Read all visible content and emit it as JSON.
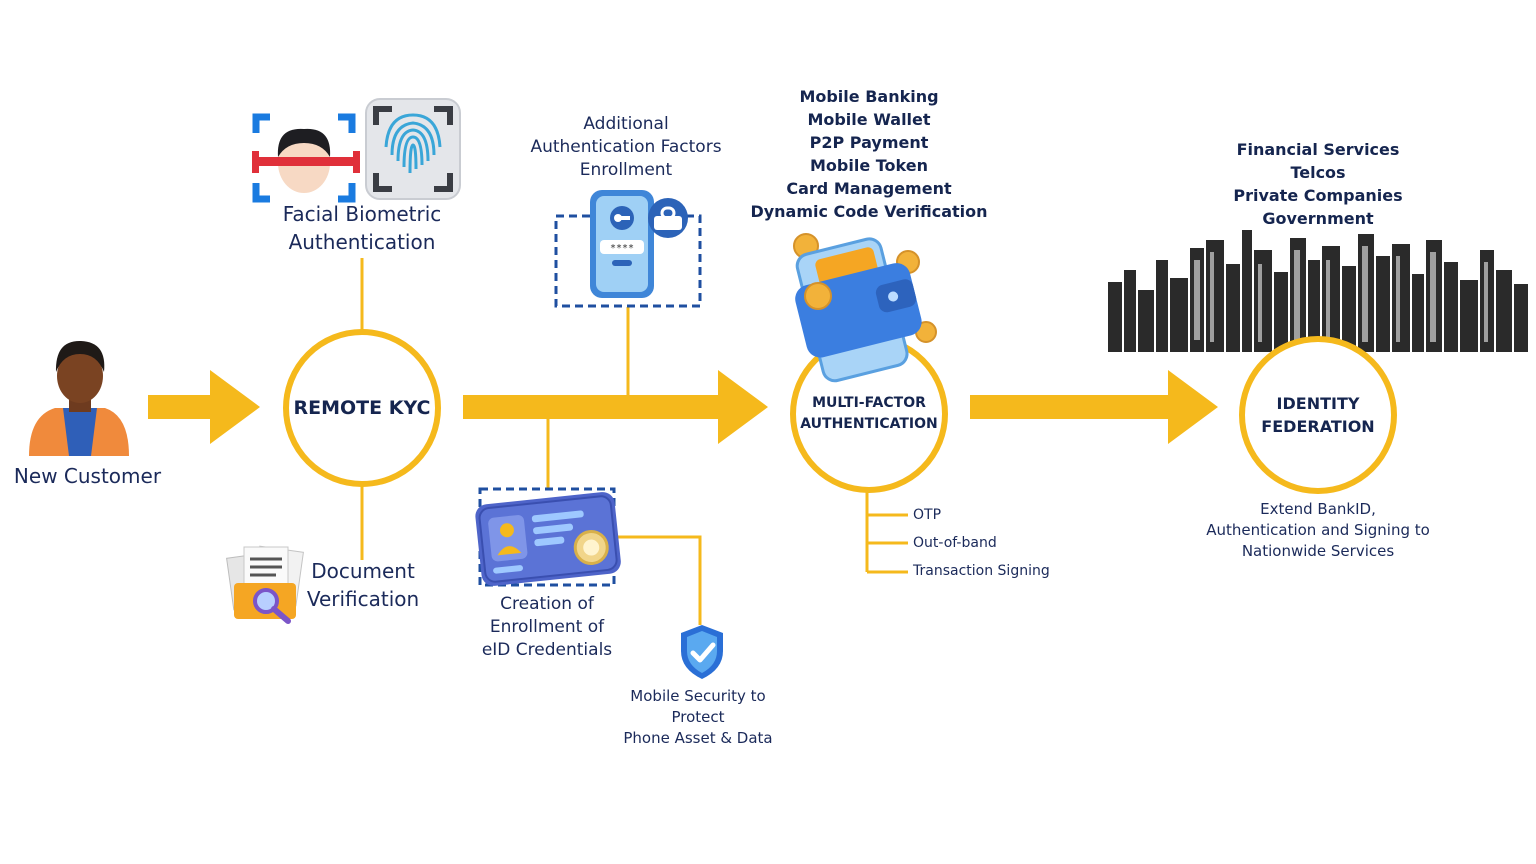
{
  "customer": {
    "label": "New Customer"
  },
  "kyc": {
    "title": "REMOTE KYC",
    "facial": [
      "Facial Biometric",
      "Authentication"
    ],
    "document": [
      "Document",
      "Verification"
    ]
  },
  "enrollment": {
    "additional": [
      "Additional",
      "Authentication Factors",
      "Enrollment"
    ],
    "creation": [
      "Creation of",
      "Enrollment of",
      "eID Credentials"
    ],
    "mobile_security": [
      "Mobile Security to",
      "Protect",
      "Phone Asset & Data"
    ]
  },
  "mfa": {
    "title_line1": "MULTI-FACTOR",
    "title_line2": "AUTHENTICATION",
    "use_cases": [
      "Mobile Banking",
      "Mobile Wallet",
      "P2P Payment",
      "Mobile Token",
      "Card Management",
      "Dynamic Code Verification"
    ],
    "methods": [
      "OTP",
      "Out-of-band",
      "Transaction Signing"
    ]
  },
  "federation": {
    "title_line1": "IDENTITY",
    "title_line2": "FEDERATION",
    "sectors": [
      "Financial Services",
      "Telcos",
      "Private Companies",
      "Government"
    ],
    "description": [
      "Extend BankID,",
      "Authentication and Signing to",
      "Nationwide Services"
    ]
  },
  "colors": {
    "accent": "#f5b91c",
    "navy": "#15254f",
    "dashed": "#1f4fa0"
  },
  "icons": [
    "person-icon",
    "face-scan-icon",
    "fingerprint-icon",
    "document-search-icon",
    "phone-auth-icon",
    "id-card-icon",
    "shield-check-icon",
    "wallet-icon",
    "city-skyline-icon"
  ]
}
